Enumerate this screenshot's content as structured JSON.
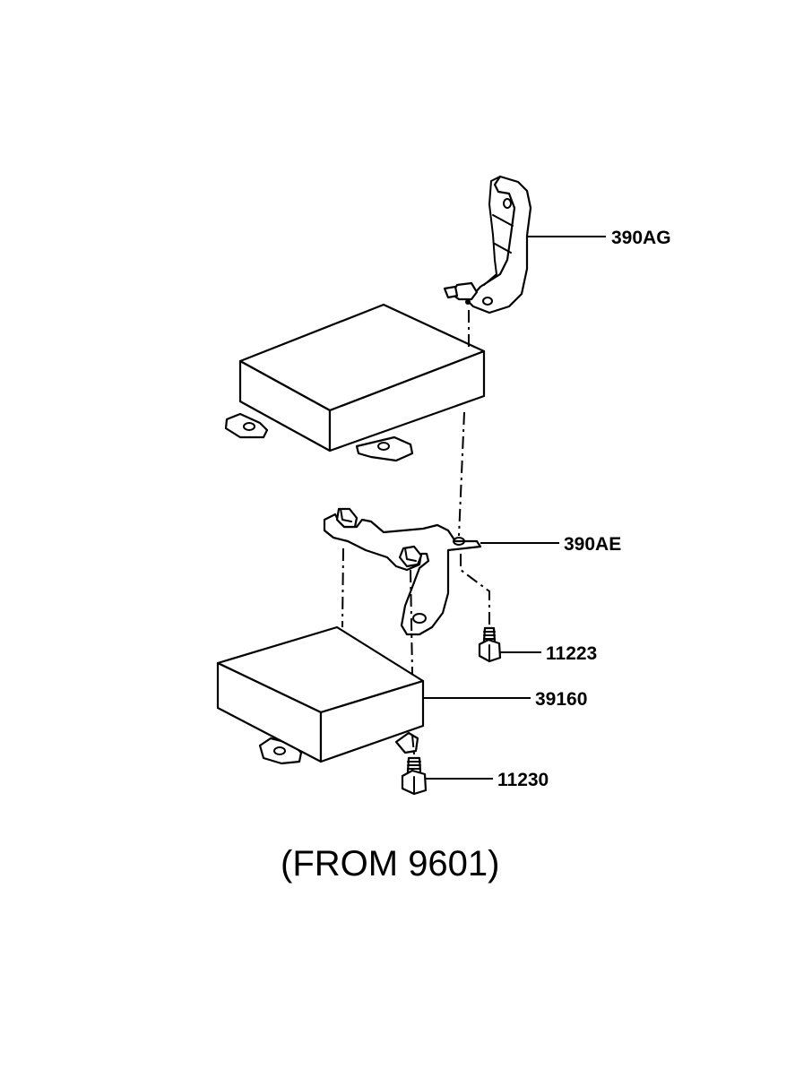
{
  "diagram": {
    "labels": [
      {
        "id": "390AG",
        "text": "390AG"
      },
      {
        "id": "390AE",
        "text": "390AE"
      },
      {
        "id": "11223",
        "text": "11223"
      },
      {
        "id": "39160",
        "text": "39160"
      },
      {
        "id": "11230",
        "text": "11230"
      }
    ],
    "caption": "(FROM 9601)"
  },
  "colors": {
    "ink": "#000000",
    "paper": "#ffffff"
  }
}
